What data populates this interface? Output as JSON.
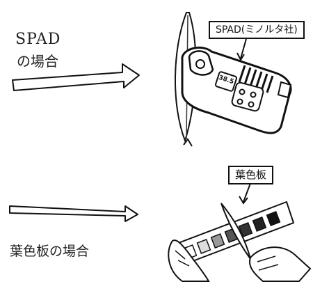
{
  "section1": {
    "title_line1": "SPAD",
    "title_line2": "の場合",
    "callout": "SPAD(ミノルタ社)",
    "device_reading": "38.5"
  },
  "section2": {
    "title": "葉色板の場合",
    "callout": "葉色板"
  },
  "colors": {
    "ink": "#111111",
    "arrow_fill": "#ffffff",
    "dark_chip": "#222222",
    "mid_chip": "#555555"
  }
}
